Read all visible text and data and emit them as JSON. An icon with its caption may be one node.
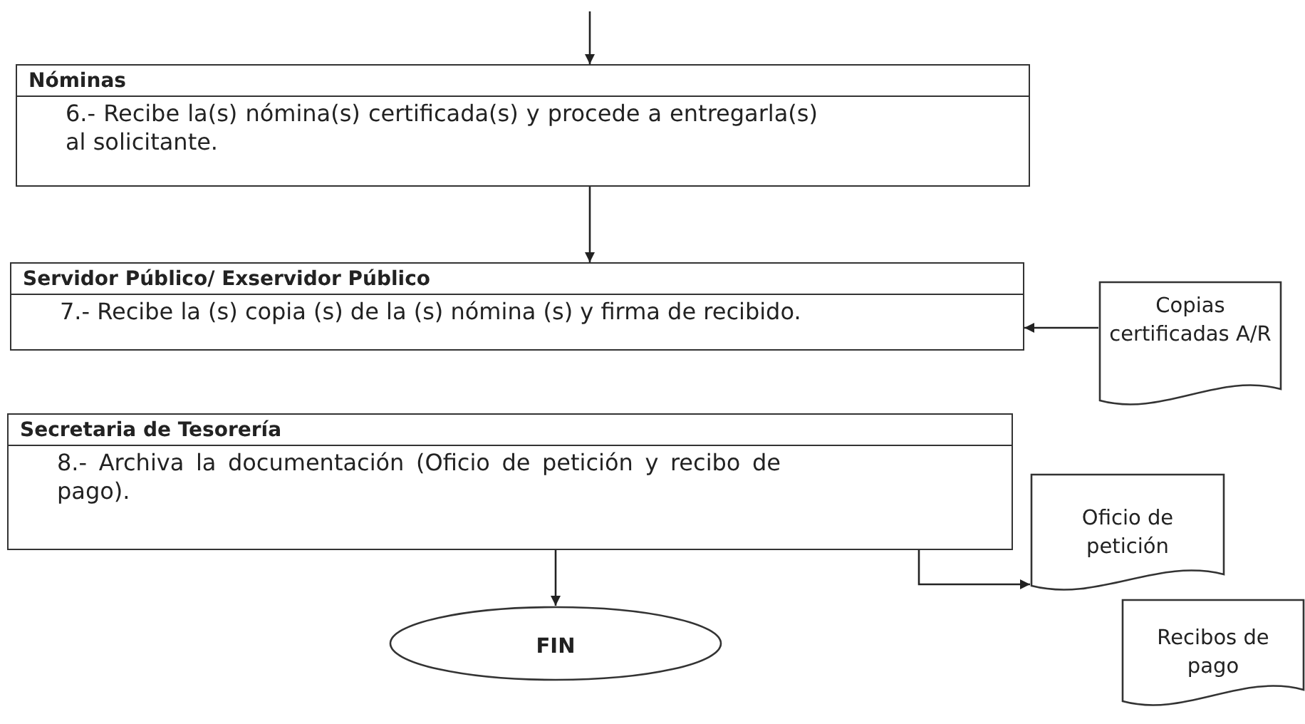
{
  "diagram": {
    "nodes": [
      {
        "text": [
          "Nóminas",
          "6.- Recibe la(s) nómina(s) certificada(s) y procede a entregarla(s) al solicitante."
        ]
      },
      {
        "text": [
          "Servidor Público/ Exservidor Público",
          "7.- Recibe la (s) copia (s) de la (s) nómina (s) y firma de recibido."
        ]
      },
      {
        "text": [
          "Secretaria de Tesorería",
          "8.- Archiva la documentación (Oficio de petición y recibo de pago)."
        ]
      },
      {
        "text": [
          "FIN"
        ]
      },
      {
        "text": [
          "Copias certificadas A/R"
        ]
      },
      {
        "text": [
          "Oficio de petición"
        ]
      },
      {
        "text": [
          "Recibos de pago"
        ]
      }
    ],
    "edges": [
      {
        "from": null,
        "to": 0,
        "arrow": "to"
      },
      {
        "from": 0,
        "to": 1,
        "arrow": "to"
      },
      {
        "from": 4,
        "to": 1,
        "arrow": "to"
      },
      {
        "from": 2,
        "to": 3,
        "arrow": "to"
      },
      {
        "from": 2,
        "to": 5,
        "arrow": "to"
      }
    ]
  }
}
